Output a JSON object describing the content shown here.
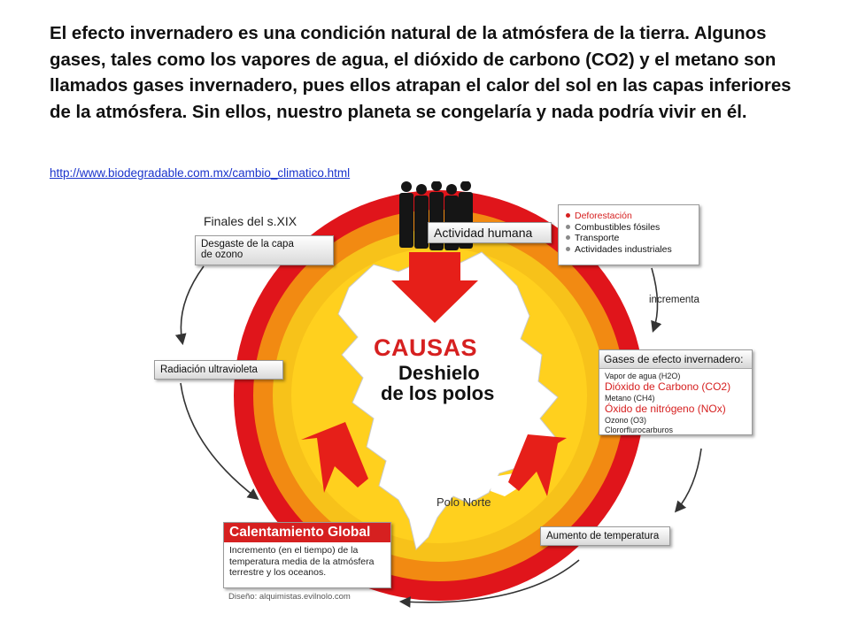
{
  "intro": {
    "paragraph": "El efecto invernadero es una condición natural de la atmósfera de la tierra. Algunos gases, tales como los vapores de agua, el dióxido de carbono (CO2) y el metano son llamados gases invernadero, pues ellos atrapan el calor del sol en las capas inferiores de la atmósfera. Sin ellos, nuestro planeta se congelaría y nada podría vivir en él.",
    "link": "http://www.biodegradable.com.mx/cambio_climatico.html"
  },
  "diagram": {
    "center": {
      "title": "CAUSAS",
      "subtitle_line1": "Deshielo",
      "subtitle_line2": "de los polos",
      "map_label": "Polo Norte"
    },
    "finales": "Finales del s.XIX",
    "ozono_box": {
      "line1": "Desgaste de la capa",
      "line2": "de ozono"
    },
    "radiacion": "Radiación ultravioleta",
    "actividad": "Actividad humana",
    "actividades_list": [
      {
        "text": "Deforestación",
        "color": "#d62020"
      },
      {
        "text": "Combustibles fósiles",
        "color": "#8a8a8a"
      },
      {
        "text": "Transporte",
        "color": "#8a8a8a"
      },
      {
        "text": "Actividades industriales",
        "color": "#8a8a8a"
      }
    ],
    "incrementa": "incrementa",
    "gases_title": "Gases de efecto invernadero:",
    "gases_list": [
      {
        "text": "Vapor de agua (H2O)",
        "color": "#222222",
        "size": "small"
      },
      {
        "text": "Dióxido de Carbono (CO2)",
        "color": "#d62020",
        "size": "big"
      },
      {
        "text": "Metano (CH4)",
        "color": "#222222",
        "size": "small"
      },
      {
        "text": "Óxido de nitrógeno (NOx)",
        "color": "#d62020",
        "size": "big"
      },
      {
        "text": "Ozono (O3)",
        "color": "#222222",
        "size": "small"
      },
      {
        "text": "Clororflurocarburos",
        "color": "#222222",
        "size": "small"
      }
    ],
    "aumento": "Aumento de temperatura",
    "calentamiento": {
      "title": "Calentamiento Global",
      "desc_line1": "Incremento (en el tiempo) de la",
      "desc_line2": "temperatura media de la atmósfera",
      "desc_line3": "terrestre y los oceanos."
    },
    "credit": "Diseño: alquimistas.evilnolo.com",
    "colors": {
      "ring_outer": "#e0151b",
      "ring_mid": "#f28a12",
      "ring_inner": "#f7c21a",
      "sea": "#ffd01e",
      "land": "#ffffff",
      "arrow": "#e61f19",
      "accent_red": "#d62020"
    }
  }
}
